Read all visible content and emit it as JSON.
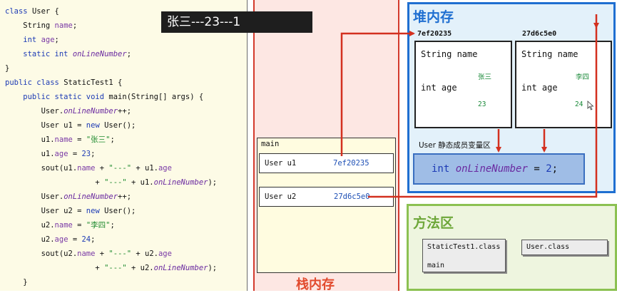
{
  "code": {
    "lines": [
      [
        {
          "t": "class ",
          "c": "kw"
        },
        {
          "t": "User {",
          "c": ""
        }
      ],
      [
        {
          "t": "    String ",
          "c": ""
        },
        {
          "t": "name",
          "c": "fld"
        },
        {
          "t": ";",
          "c": ""
        }
      ],
      [
        {
          "t": "    int ",
          "c": "kw"
        },
        {
          "t": "age",
          "c": "fld"
        },
        {
          "t": ";",
          "c": ""
        }
      ],
      [
        {
          "t": "    static int ",
          "c": "kw"
        },
        {
          "t": "onLineNumber",
          "c": "it"
        },
        {
          "t": ";",
          "c": ""
        }
      ],
      [
        {
          "t": "}",
          "c": ""
        }
      ],
      [
        {
          "t": "public class ",
          "c": "kw"
        },
        {
          "t": "StaticTest1 {",
          "c": ""
        }
      ],
      [
        {
          "t": "    public static void ",
          "c": "kw"
        },
        {
          "t": "main(String[] args) {",
          "c": ""
        }
      ],
      [
        {
          "t": "        User.",
          "c": ""
        },
        {
          "t": "onLineNumber",
          "c": "it"
        },
        {
          "t": "++;",
          "c": ""
        }
      ],
      [
        {
          "t": "        User u1 = ",
          "c": ""
        },
        {
          "t": "new ",
          "c": "kw"
        },
        {
          "t": "User();",
          "c": ""
        }
      ],
      [
        {
          "t": "        u1.",
          "c": ""
        },
        {
          "t": "name",
          "c": "fld"
        },
        {
          "t": " = ",
          "c": ""
        },
        {
          "t": "\"张三\"",
          "c": "str"
        },
        {
          "t": ";",
          "c": ""
        }
      ],
      [
        {
          "t": "        u1.",
          "c": ""
        },
        {
          "t": "age",
          "c": "fld"
        },
        {
          "t": " = ",
          "c": ""
        },
        {
          "t": "23",
          "c": "num"
        },
        {
          "t": ";",
          "c": ""
        }
      ],
      [
        {
          "t": "        sout(u1.",
          "c": ""
        },
        {
          "t": "name",
          "c": "fld"
        },
        {
          "t": " + ",
          "c": ""
        },
        {
          "t": "\"---\"",
          "c": "str"
        },
        {
          "t": " + u1.",
          "c": ""
        },
        {
          "t": "age",
          "c": "fld"
        }
      ],
      [
        {
          "t": "                    + ",
          "c": ""
        },
        {
          "t": "\"---\"",
          "c": "str"
        },
        {
          "t": " + u1.",
          "c": ""
        },
        {
          "t": "onLineNumber",
          "c": "it"
        },
        {
          "t": ");",
          "c": ""
        }
      ],
      [
        {
          "t": "        User.",
          "c": ""
        },
        {
          "t": "onLineNumber",
          "c": "it"
        },
        {
          "t": "++;",
          "c": ""
        }
      ],
      [
        {
          "t": "        User u2 = ",
          "c": ""
        },
        {
          "t": "new ",
          "c": "kw"
        },
        {
          "t": "User();",
          "c": ""
        }
      ],
      [
        {
          "t": "        u2.",
          "c": ""
        },
        {
          "t": "name",
          "c": "fld"
        },
        {
          "t": " = ",
          "c": ""
        },
        {
          "t": "\"李四\"",
          "c": "str"
        },
        {
          "t": ";",
          "c": ""
        }
      ],
      [
        {
          "t": "        u2.",
          "c": ""
        },
        {
          "t": "age",
          "c": "fld"
        },
        {
          "t": " = ",
          "c": ""
        },
        {
          "t": "24",
          "c": "num"
        },
        {
          "t": ";",
          "c": ""
        }
      ],
      [
        {
          "t": "        sout(u2.",
          "c": ""
        },
        {
          "t": "name",
          "c": "fld"
        },
        {
          "t": " + ",
          "c": ""
        },
        {
          "t": "\"---\"",
          "c": "str"
        },
        {
          "t": " + u2.",
          "c": ""
        },
        {
          "t": "age",
          "c": "fld"
        }
      ],
      [
        {
          "t": "                    + ",
          "c": ""
        },
        {
          "t": "\"---\"",
          "c": "str"
        },
        {
          "t": " + u2.",
          "c": ""
        },
        {
          "t": "onLineNumber",
          "c": "it"
        },
        {
          "t": ");",
          "c": ""
        }
      ],
      [
        {
          "t": "    }",
          "c": ""
        }
      ]
    ]
  },
  "output": {
    "text": "张三---23---1"
  },
  "stack": {
    "title": "栈内存",
    "frame_label": "main",
    "vars": [
      {
        "name": "User u1",
        "addr": "7ef20235"
      },
      {
        "name": "User u2",
        "addr": "27d6c5e0"
      }
    ]
  },
  "heap": {
    "title": "堆内存",
    "objects": [
      {
        "addr": "7ef20235",
        "field1": "String name",
        "val1": "张三",
        "field2": "int age",
        "val2": "23"
      },
      {
        "addr": "27d6c5e0",
        "field1": "String name",
        "val1": "李四",
        "field2": "int age",
        "val2": "24"
      }
    ],
    "static_label": "User 静态成员变量区",
    "static_type": "int",
    "static_name": "onLineNumber",
    "static_eq": " = ",
    "static_value": "2",
    "static_semi": ";"
  },
  "method_area": {
    "title": "方法区",
    "classes": [
      {
        "name": "StaticTest1.class",
        "sub": "main"
      },
      {
        "name": "User.class",
        "sub": ""
      }
    ]
  },
  "colors": {
    "arrow": "#d3301f",
    "stack_border": "#d33a2c",
    "heap_border": "#1f6fd1",
    "method_border": "#8cc152"
  },
  "icons": {
    "cursor": "mouse-pointer-icon"
  }
}
